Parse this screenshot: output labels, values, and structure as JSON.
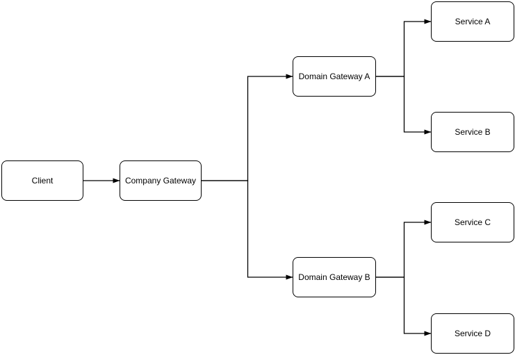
{
  "diagram": {
    "colors": {
      "background": "#ffffff",
      "node_fill": "#ffffff",
      "node_stroke": "#000000",
      "edge_stroke": "#000000",
      "text": "#000000"
    },
    "nodes": [
      {
        "id": "client",
        "label": "Client"
      },
      {
        "id": "company-gateway",
        "label": "Company Gateway"
      },
      {
        "id": "domain-gateway-a",
        "label": "Domain Gateway A"
      },
      {
        "id": "domain-gateway-b",
        "label": "Domain Gateway B"
      },
      {
        "id": "service-a",
        "label": "Service A"
      },
      {
        "id": "service-b",
        "label": "Service B"
      },
      {
        "id": "service-c",
        "label": "Service C"
      },
      {
        "id": "service-d",
        "label": "Service D"
      }
    ],
    "edges": [
      {
        "from": "client",
        "to": "company-gateway"
      },
      {
        "from": "company-gateway",
        "to": "domain-gateway-a"
      },
      {
        "from": "company-gateway",
        "to": "domain-gateway-b"
      },
      {
        "from": "domain-gateway-a",
        "to": "service-a"
      },
      {
        "from": "domain-gateway-a",
        "to": "service-b"
      },
      {
        "from": "domain-gateway-b",
        "to": "service-c"
      },
      {
        "from": "domain-gateway-b",
        "to": "service-d"
      }
    ]
  }
}
